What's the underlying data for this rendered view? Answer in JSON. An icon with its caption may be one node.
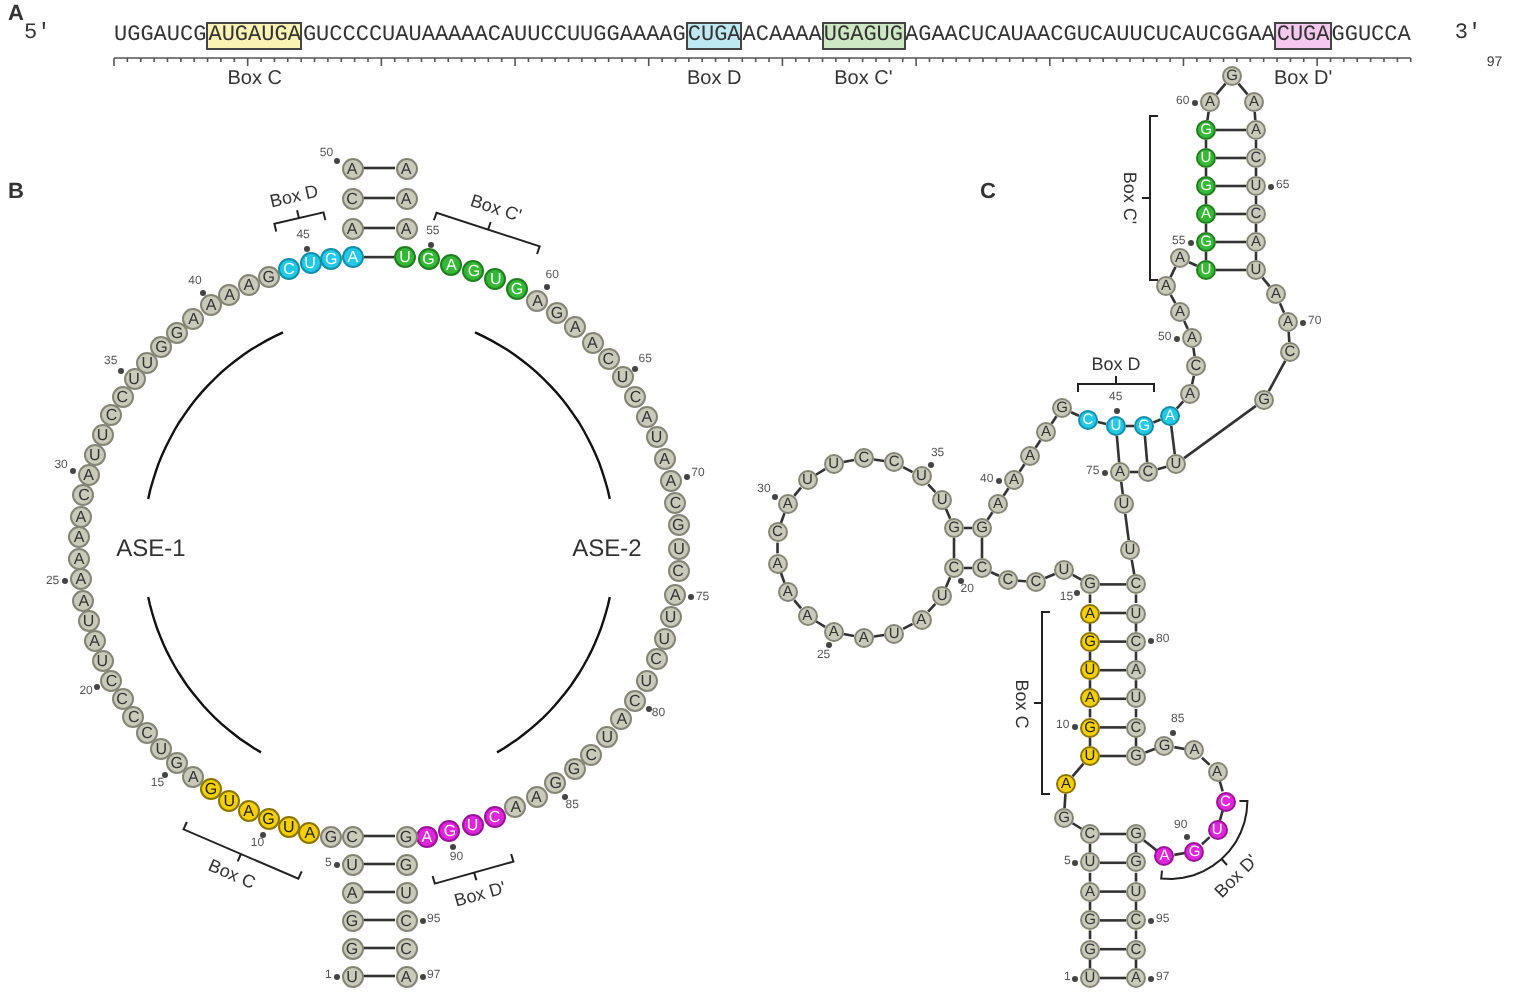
{
  "diagram": {
    "nodes": [
      {
        "text": [
          "AUGAUGA"
        ],
        "beside": [
          "Box C"
        ]
      },
      {
        "text": [
          "CUGA"
        ],
        "beside": [
          "Box D"
        ]
      },
      {
        "text": [
          "UGAGUG"
        ],
        "beside": [
          "Box C'"
        ]
      },
      {
        "text": [
          "CUGA"
        ],
        "beside": [
          "Box D'"
        ]
      },
      {
        "text": [
          "U"
        ]
      },
      {
        "text": [
          "G"
        ]
      },
      {
        "text": [
          "G"
        ]
      },
      {
        "text": [
          "A"
        ]
      },
      {
        "text": [
          "U"
        ]
      },
      {
        "text": [
          "C"
        ]
      },
      {
        "text": [
          "G"
        ]
      },
      {
        "text": [
          "A"
        ]
      },
      {
        "text": [
          "U"
        ]
      },
      {
        "text": [
          "G"
        ]
      },
      {
        "text": [
          "A"
        ]
      },
      {
        "text": [
          "U"
        ]
      },
      {
        "text": [
          "G"
        ]
      },
      {
        "text": [
          "A"
        ]
      },
      {
        "text": [
          "G"
        ]
      },
      {
        "text": [
          "U"
        ]
      },
      {
        "text": [
          "C"
        ]
      },
      {
        "text": [
          "C"
        ]
      },
      {
        "text": [
          "C"
        ]
      },
      {
        "text": [
          "C"
        ]
      },
      {
        "text": [
          "U"
        ]
      },
      {
        "text": [
          "A"
        ]
      },
      {
        "text": [
          "U"
        ]
      },
      {
        "text": [
          "A"
        ]
      },
      {
        "text": [
          "A"
        ]
      },
      {
        "text": [
          "A"
        ]
      },
      {
        "text": [
          "A"
        ]
      },
      {
        "text": [
          "A"
        ]
      },
      {
        "text": [
          "C"
        ]
      },
      {
        "text": [
          "A"
        ]
      },
      {
        "text": [
          "U"
        ]
      },
      {
        "text": [
          "U"
        ]
      },
      {
        "text": [
          "C"
        ]
      },
      {
        "text": [
          "C"
        ]
      },
      {
        "text": [
          "U"
        ]
      },
      {
        "text": [
          "U"
        ]
      },
      {
        "text": [
          "G"
        ]
      },
      {
        "text": [
          "G"
        ]
      },
      {
        "text": [
          "A"
        ]
      },
      {
        "text": [
          "A"
        ]
      },
      {
        "text": [
          "A"
        ]
      },
      {
        "text": [
          "A"
        ]
      },
      {
        "text": [
          "G"
        ]
      },
      {
        "text": [
          "C"
        ]
      },
      {
        "text": [
          "U"
        ]
      },
      {
        "text": [
          "G"
        ]
      },
      {
        "text": [
          "A"
        ]
      },
      {
        "text": [
          "A"
        ]
      },
      {
        "text": [
          "C"
        ]
      },
      {
        "text": [
          "A"
        ]
      },
      {
        "text": [
          "A"
        ]
      },
      {
        "text": [
          "A"
        ]
      },
      {
        "text": [
          "A"
        ]
      },
      {
        "text": [
          "U"
        ]
      },
      {
        "text": [
          "G"
        ]
      },
      {
        "text": [
          "A"
        ]
      },
      {
        "text": [
          "G"
        ]
      },
      {
        "text": [
          "U"
        ]
      },
      {
        "text": [
          "G"
        ]
      },
      {
        "text": [
          "A"
        ]
      },
      {
        "text": [
          "G"
        ]
      },
      {
        "text": [
          "A"
        ]
      },
      {
        "text": [
          "A"
        ]
      },
      {
        "text": [
          "C"
        ]
      },
      {
        "text": [
          "U"
        ]
      },
      {
        "text": [
          "C"
        ]
      },
      {
        "text": [
          "A"
        ]
      },
      {
        "text": [
          "U"
        ]
      },
      {
        "text": [
          "A"
        ]
      },
      {
        "text": [
          "A"
        ]
      },
      {
        "text": [
          "C"
        ]
      },
      {
        "text": [
          "G"
        ]
      },
      {
        "text": [
          "U"
        ]
      },
      {
        "text": [
          "C"
        ]
      },
      {
        "text": [
          "A"
        ]
      },
      {
        "text": [
          "U"
        ]
      },
      {
        "text": [
          "U"
        ]
      },
      {
        "text": [
          "C"
        ]
      },
      {
        "text": [
          "U"
        ]
      },
      {
        "text": [
          "C"
        ]
      },
      {
        "text": [
          "A"
        ]
      },
      {
        "text": [
          "U"
        ]
      },
      {
        "text": [
          "C"
        ]
      },
      {
        "text": [
          "G"
        ]
      },
      {
        "text": [
          "G"
        ]
      },
      {
        "text": [
          "A"
        ]
      },
      {
        "text": [
          "A"
        ]
      },
      {
        "text": [
          "C"
        ]
      },
      {
        "text": [
          "U"
        ]
      },
      {
        "text": [
          "G"
        ]
      },
      {
        "text": [
          "A"
        ]
      },
      {
        "text": [
          "G"
        ]
      },
      {
        "text": [
          "G"
        ]
      },
      {
        "text": [
          "U"
        ]
      },
      {
        "text": [
          "C"
        ]
      },
      {
        "text": [
          "C"
        ]
      },
      {
        "text": [
          "A"
        ]
      },
      {
        "text": [
          "U"
        ]
      },
      {
        "text": [
          "G"
        ]
      },
      {
        "text": [
          "G"
        ]
      },
      {
        "text": [
          "A"
        ]
      },
      {
        "text": [
          "U"
        ]
      },
      {
        "text": [
          "C"
        ]
      },
      {
        "text": [
          "G"
        ]
      },
      {
        "text": [
          "A"
        ]
      },
      {
        "text": [
          "U"
        ]
      },
      {
        "text": [
          "G"
        ]
      },
      {
        "text": [
          "A"
        ]
      },
      {
        "text": [
          "U"
        ]
      },
      {
        "text": [
          "G"
        ]
      },
      {
        "text": [
          "A"
        ]
      },
      {
        "text": [
          "G"
        ]
      },
      {
        "text": [
          "U"
        ]
      },
      {
        "text": [
          "C"
        ]
      },
      {
        "text": [
          "C"
        ]
      },
      {
        "text": [
          "C"
        ]
      },
      {
        "text": [
          "C"
        ]
      },
      {
        "text": [
          "U"
        ]
      },
      {
        "text": [
          "A"
        ]
      },
      {
        "text": [
          "U"
        ]
      },
      {
        "text": [
          "A"
        ]
      },
      {
        "text": [
          "A"
        ]
      },
      {
        "text": [
          "A"
        ]
      },
      {
        "text": [
          "A"
        ]
      },
      {
        "text": [
          "A"
        ]
      },
      {
        "text": [
          "C"
        ]
      },
      {
        "text": [
          "A"
        ]
      },
      {
        "text": [
          "U"
        ]
      },
      {
        "text": [
          "U"
        ]
      },
      {
        "text": [
          "C"
        ]
      },
      {
        "text": [
          "C"
        ]
      },
      {
        "text": [
          "U"
        ]
      },
      {
        "text": [
          "U"
        ]
      },
      {
        "text": [
          "G"
        ]
      },
      {
        "text": [
          "G"
        ]
      },
      {
        "text": [
          "A"
        ]
      },
      {
        "text": [
          "A"
        ]
      },
      {
        "text": [
          "A"
        ]
      },
      {
        "text": [
          "A"
        ]
      },
      {
        "text": [
          "G"
        ]
      },
      {
        "text": [
          "C"
        ]
      },
      {
        "text": [
          "U"
        ]
      },
      {
        "text": [
          "G"
        ]
      },
      {
        "text": [
          "A"
        ]
      },
      {
        "text": [
          "A"
        ]
      },
      {
        "text": [
          "C"
        ]
      },
      {
        "text": [
          "A"
        ]
      },
      {
        "text": [
          "A"
        ]
      },
      {
        "text": [
          "A"
        ]
      },
      {
        "text": [
          "A"
        ]
      },
      {
        "text": [
          "U"
        ]
      },
      {
        "text": [
          "G"
        ]
      },
      {
        "text": [
          "A"
        ]
      },
      {
        "text": [
          "G"
        ]
      },
      {
        "text": [
          "U"
        ]
      },
      {
        "text": [
          "G"
        ]
      },
      {
        "text": [
          "A"
        ]
      },
      {
        "text": [
          "G"
        ]
      },
      {
        "text": [
          "A"
        ]
      },
      {
        "text": [
          "A"
        ]
      },
      {
        "text": [
          "C"
        ]
      },
      {
        "text": [
          "U"
        ]
      },
      {
        "text": [
          "C"
        ]
      },
      {
        "text": [
          "A"
        ]
      },
      {
        "text": [
          "U"
        ]
      },
      {
        "text": [
          "A"
        ]
      },
      {
        "text": [
          "A"
        ]
      },
      {
        "text": [
          "C"
        ]
      },
      {
        "text": [
          "G"
        ]
      },
      {
        "text": [
          "U"
        ]
      },
      {
        "text": [
          "C"
        ]
      },
      {
        "text": [
          "A"
        ]
      },
      {
        "text": [
          "U"
        ]
      },
      {
        "text": [
          "U"
        ]
      },
      {
        "text": [
          "C"
        ]
      },
      {
        "text": [
          "U"
        ]
      },
      {
        "text": [
          "C"
        ]
      },
      {
        "text": [
          "A"
        ]
      },
      {
        "text": [
          "U"
        ]
      },
      {
        "text": [
          "C"
        ]
      },
      {
        "text": [
          "G"
        ]
      },
      {
        "text": [
          "G"
        ]
      },
      {
        "text": [
          "A"
        ]
      },
      {
        "text": [
          "A"
        ]
      },
      {
        "text": [
          "C"
        ]
      },
      {
        "text": [
          "U"
        ]
      },
      {
        "text": [
          "G"
        ]
      },
      {
        "text": [
          "A"
        ]
      },
      {
        "text": [
          "G"
        ]
      },
      {
        "text": [
          "G"
        ]
      },
      {
        "text": [
          "U"
        ]
      },
      {
        "text": [
          "C"
        ]
      },
      {
        "text": [
          "C"
        ]
      },
      {
        "text": [
          "A"
        ]
      }
    ],
    "edges": [
      {
        "from": 4,
        "to": 100,
        "arrow": "none"
      },
      {
        "from": 5,
        "to": 99,
        "arrow": "none"
      },
      {
        "from": 6,
        "to": 98,
        "arrow": "none"
      },
      {
        "from": 7,
        "to": 97,
        "arrow": "none"
      },
      {
        "from": 8,
        "to": 96,
        "arrow": "none"
      },
      {
        "from": 9,
        "to": 95,
        "arrow": "none"
      },
      {
        "from": 50,
        "to": 57,
        "arrow": "none"
      },
      {
        "from": 51,
        "to": 56,
        "arrow": "none"
      },
      {
        "from": 52,
        "to": 55,
        "arrow": "none"
      },
      {
        "from": 53,
        "to": 54,
        "arrow": "none"
      },
      {
        "from": 101,
        "to": 102,
        "arrow": "none"
      },
      {
        "from": 102,
        "to": 103,
        "arrow": "none"
      },
      {
        "from": 103,
        "to": 104,
        "arrow": "none"
      },
      {
        "from": 104,
        "to": 105,
        "arrow": "none"
      },
      {
        "from": 105,
        "to": 106,
        "arrow": "none"
      },
      {
        "from": 106,
        "to": 107,
        "arrow": "none"
      },
      {
        "from": 107,
        "to": 108,
        "arrow": "none"
      },
      {
        "from": 108,
        "to": 109,
        "arrow": "none"
      },
      {
        "from": 109,
        "to": 110,
        "arrow": "none"
      },
      {
        "from": 110,
        "to": 111,
        "arrow": "none"
      },
      {
        "from": 111,
        "to": 112,
        "arrow": "none"
      },
      {
        "from": 112,
        "to": 113,
        "arrow": "none"
      },
      {
        "from": 113,
        "to": 114,
        "arrow": "none"
      },
      {
        "from": 114,
        "to": 115,
        "arrow": "none"
      },
      {
        "from": 115,
        "to": 116,
        "arrow": "none"
      },
      {
        "from": 116,
        "to": 117,
        "arrow": "none"
      },
      {
        "from": 117,
        "to": 118,
        "arrow": "none"
      },
      {
        "from": 118,
        "to": 119,
        "arrow": "none"
      },
      {
        "from": 119,
        "to": 120,
        "arrow": "none"
      },
      {
        "from": 120,
        "to": 121,
        "arrow": "none"
      },
      {
        "from": 121,
        "to": 122,
        "arrow": "none"
      },
      {
        "from": 122,
        "to": 123,
        "arrow": "none"
      },
      {
        "from": 123,
        "to": 124,
        "arrow": "none"
      },
      {
        "from": 124,
        "to": 125,
        "arrow": "none"
      },
      {
        "from": 125,
        "to": 126,
        "arrow": "none"
      },
      {
        "from": 126,
        "to": 127,
        "arrow": "none"
      },
      {
        "from": 127,
        "to": 128,
        "arrow": "none"
      },
      {
        "from": 128,
        "to": 129,
        "arrow": "none"
      },
      {
        "from": 129,
        "to": 130,
        "arrow": "none"
      },
      {
        "from": 130,
        "to": 131,
        "arrow": "none"
      },
      {
        "from": 131,
        "to": 132,
        "arrow": "none"
      },
      {
        "from": 132,
        "to": 133,
        "arrow": "none"
      },
      {
        "from": 133,
        "to": 134,
        "arrow": "none"
      },
      {
        "from": 134,
        "to": 135,
        "arrow": "none"
      },
      {
        "from": 135,
        "to": 136,
        "arrow": "none"
      },
      {
        "from": 136,
        "to": 137,
        "arrow": "none"
      },
      {
        "from": 137,
        "to": 138,
        "arrow": "none"
      },
      {
        "from": 138,
        "to": 139,
        "arrow": "none"
      },
      {
        "from": 139,
        "to": 140,
        "arrow": "none"
      },
      {
        "from": 140,
        "to": 141,
        "arrow": "none"
      },
      {
        "from": 141,
        "to": 142,
        "arrow": "none"
      },
      {
        "from": 142,
        "to": 143,
        "arrow": "none"
      },
      {
        "from": 143,
        "to": 144,
        "arrow": "none"
      },
      {
        "from": 144,
        "to": 145,
        "arrow": "none"
      },
      {
        "from": 145,
        "to": 146,
        "arrow": "none"
      },
      {
        "from": 146,
        "to": 147,
        "arrow": "none"
      },
      {
        "from": 147,
        "to": 148,
        "arrow": "none"
      },
      {
        "from": 148,
        "to": 149,
        "arrow": "none"
      },
      {
        "from": 149,
        "to": 150,
        "arrow": "none"
      },
      {
        "from": 150,
        "to": 151,
        "arrow": "none"
      },
      {
        "from": 151,
        "to": 152,
        "arrow": "none"
      },
      {
        "from": 152,
        "to": 153,
        "arrow": "none"
      },
      {
        "from": 153,
        "to": 154,
        "arrow": "none"
      },
      {
        "from": 154,
        "to": 155,
        "arrow": "none"
      },
      {
        "from": 155,
        "to": 156,
        "arrow": "none"
      },
      {
        "from": 156,
        "to": 157,
        "arrow": "none"
      },
      {
        "from": 157,
        "to": 158,
        "arrow": "none"
      },
      {
        "from": 158,
        "to": 159,
        "arrow": "none"
      },
      {
        "from": 159,
        "to": 160,
        "arrow": "none"
      },
      {
        "from": 160,
        "to": 161,
        "arrow": "none"
      },
      {
        "from": 161,
        "to": 162,
        "arrow": "none"
      },
      {
        "from": 162,
        "to": 163,
        "arrow": "none"
      },
      {
        "from": 163,
        "to": 164,
        "arrow": "none"
      },
      {
        "from": 164,
        "to": 165,
        "arrow": "none"
      },
      {
        "from": 165,
        "to": 166,
        "arrow": "none"
      },
      {
        "from": 166,
        "to": 167,
        "arrow": "none"
      },
      {
        "from": 167,
        "to": 168,
        "arrow": "none"
      },
      {
        "from": 168,
        "to": 169,
        "arrow": "none"
      },
      {
        "from": 169,
        "to": 170,
        "arrow": "none"
      },
      {
        "from": 170,
        "to": 171,
        "arrow": "none"
      },
      {
        "from": 171,
        "to": 172,
        "arrow": "none"
      },
      {
        "from": 172,
        "to": 173,
        "arrow": "none"
      },
      {
        "from": 173,
        "to": 174,
        "arrow": "none"
      },
      {
        "from": 174,
        "to": 175,
        "arrow": "none"
      },
      {
        "from": 175,
        "to": 176,
        "arrow": "none"
      },
      {
        "from": 176,
        "to": 177,
        "arrow": "none"
      },
      {
        "from": 177,
        "to": 178,
        "arrow": "none"
      },
      {
        "from": 178,
        "to": 179,
        "arrow": "none"
      },
      {
        "from": 179,
        "to": 180,
        "arrow": "none"
      },
      {
        "from": 180,
        "to": 181,
        "arrow": "none"
      },
      {
        "from": 181,
        "to": 182,
        "arrow": "none"
      },
      {
        "from": 182,
        "to": 183,
        "arrow": "none"
      },
      {
        "from": 183,
        "to": 184,
        "arrow": "none"
      },
      {
        "from": 184,
        "to": 185,
        "arrow": "none"
      },
      {
        "from": 185,
        "to": 186,
        "arrow": "none"
      },
      {
        "from": 186,
        "to": 187,
        "arrow": "none"
      },
      {
        "from": 187,
        "to": 188,
        "arrow": "none"
      },
      {
        "from": 188,
        "to": 189,
        "arrow": "none"
      },
      {
        "from": 189,
        "to": 190,
        "arrow": "none"
      },
      {
        "from": 190,
        "to": 191,
        "arrow": "none"
      },
      {
        "from": 191,
        "to": 192,
        "arrow": "none"
      },
      {
        "from": 192,
        "to": 193,
        "arrow": "none"
      },
      {
        "from": 193,
        "to": 194,
        "arrow": "none"
      },
      {
        "from": 194,
        "to": 195,
        "arrow": "none"
      },
      {
        "from": 195,
        "to": 196,
        "arrow": "none"
      },
      {
        "from": 196,
        "to": 197,
        "arrow": "none"
      },
      {
        "from": 101,
        "to": 197,
        "arrow": "none"
      },
      {
        "from": 102,
        "to": 196,
        "arrow": "none"
      },
      {
        "from": 103,
        "to": 195,
        "arrow": "none"
      },
      {
        "from": 104,
        "to": 194,
        "arrow": "none"
      },
      {
        "from": 105,
        "to": 193,
        "arrow": "none"
      },
      {
        "from": 106,
        "to": 192,
        "arrow": "none"
      },
      {
        "from": 109,
        "to": 184,
        "arrow": "none"
      },
      {
        "from": 110,
        "to": 183,
        "arrow": "none"
      },
      {
        "from": 111,
        "to": 182,
        "arrow": "none"
      },
      {
        "from": 112,
        "to": 181,
        "arrow": "none"
      },
      {
        "from": 113,
        "to": 180,
        "arrow": "none"
      },
      {
        "from": 114,
        "to": 179,
        "arrow": "none"
      },
      {
        "from": 115,
        "to": 178,
        "arrow": "none"
      },
      {
        "from": 119,
        "to": 138,
        "arrow": "none"
      },
      {
        "from": 120,
        "to": 137,
        "arrow": "none"
      },
      {
        "from": 145,
        "to": 175,
        "arrow": "none"
      },
      {
        "from": 146,
        "to": 174,
        "arrow": "none"
      },
      {
        "from": 147,
        "to": 173,
        "arrow": "none"
      },
      {
        "from": 154,
        "to": 168,
        "arrow": "none"
      },
      {
        "from": 155,
        "to": 167,
        "arrow": "none"
      },
      {
        "from": 156,
        "to": 166,
        "arrow": "none"
      },
      {
        "from": 157,
        "to": 165,
        "arrow": "none"
      },
      {
        "from": 158,
        "to": 164,
        "arrow": "none"
      },
      {
        "from": 159,
        "to": 163,
        "arrow": "none"
      }
    ],
    "labels": [
      "A",
      "5'",
      "UGGAUCG",
      "GUCCCCUAUAAAAACAUUCCUUGGAAAAG",
      "ACAAAA",
      "AGAACUCAUAACGUCAUUCUCAUCGGAA",
      "GGUCCA",
      "3'",
      "97",
      "B",
      "1",
      "5",
      "10",
      "15",
      "20",
      "25",
      "30",
      "35",
      "40",
      "45",
      "50",
      "55",
      "60",
      "65",
      "70",
      "75",
      "80",
      "85",
      "90",
      "95",
      "97",
      "Box D",
      "Box C'",
      "ASE-1",
      "ASE-2",
      "Box C",
      "Box D'",
      "C",
      "1",
      "5",
      "10",
      "15",
      "20",
      "25",
      "30",
      "35",
      "40",
      "45",
      "50",
      "55",
      "60",
      "65",
      "70",
      "75",
      "80",
      "85",
      "90",
      "95",
      "97",
      "Box C'",
      "Box D",
      "Box C",
      "Box D'"
    ]
  }
}
